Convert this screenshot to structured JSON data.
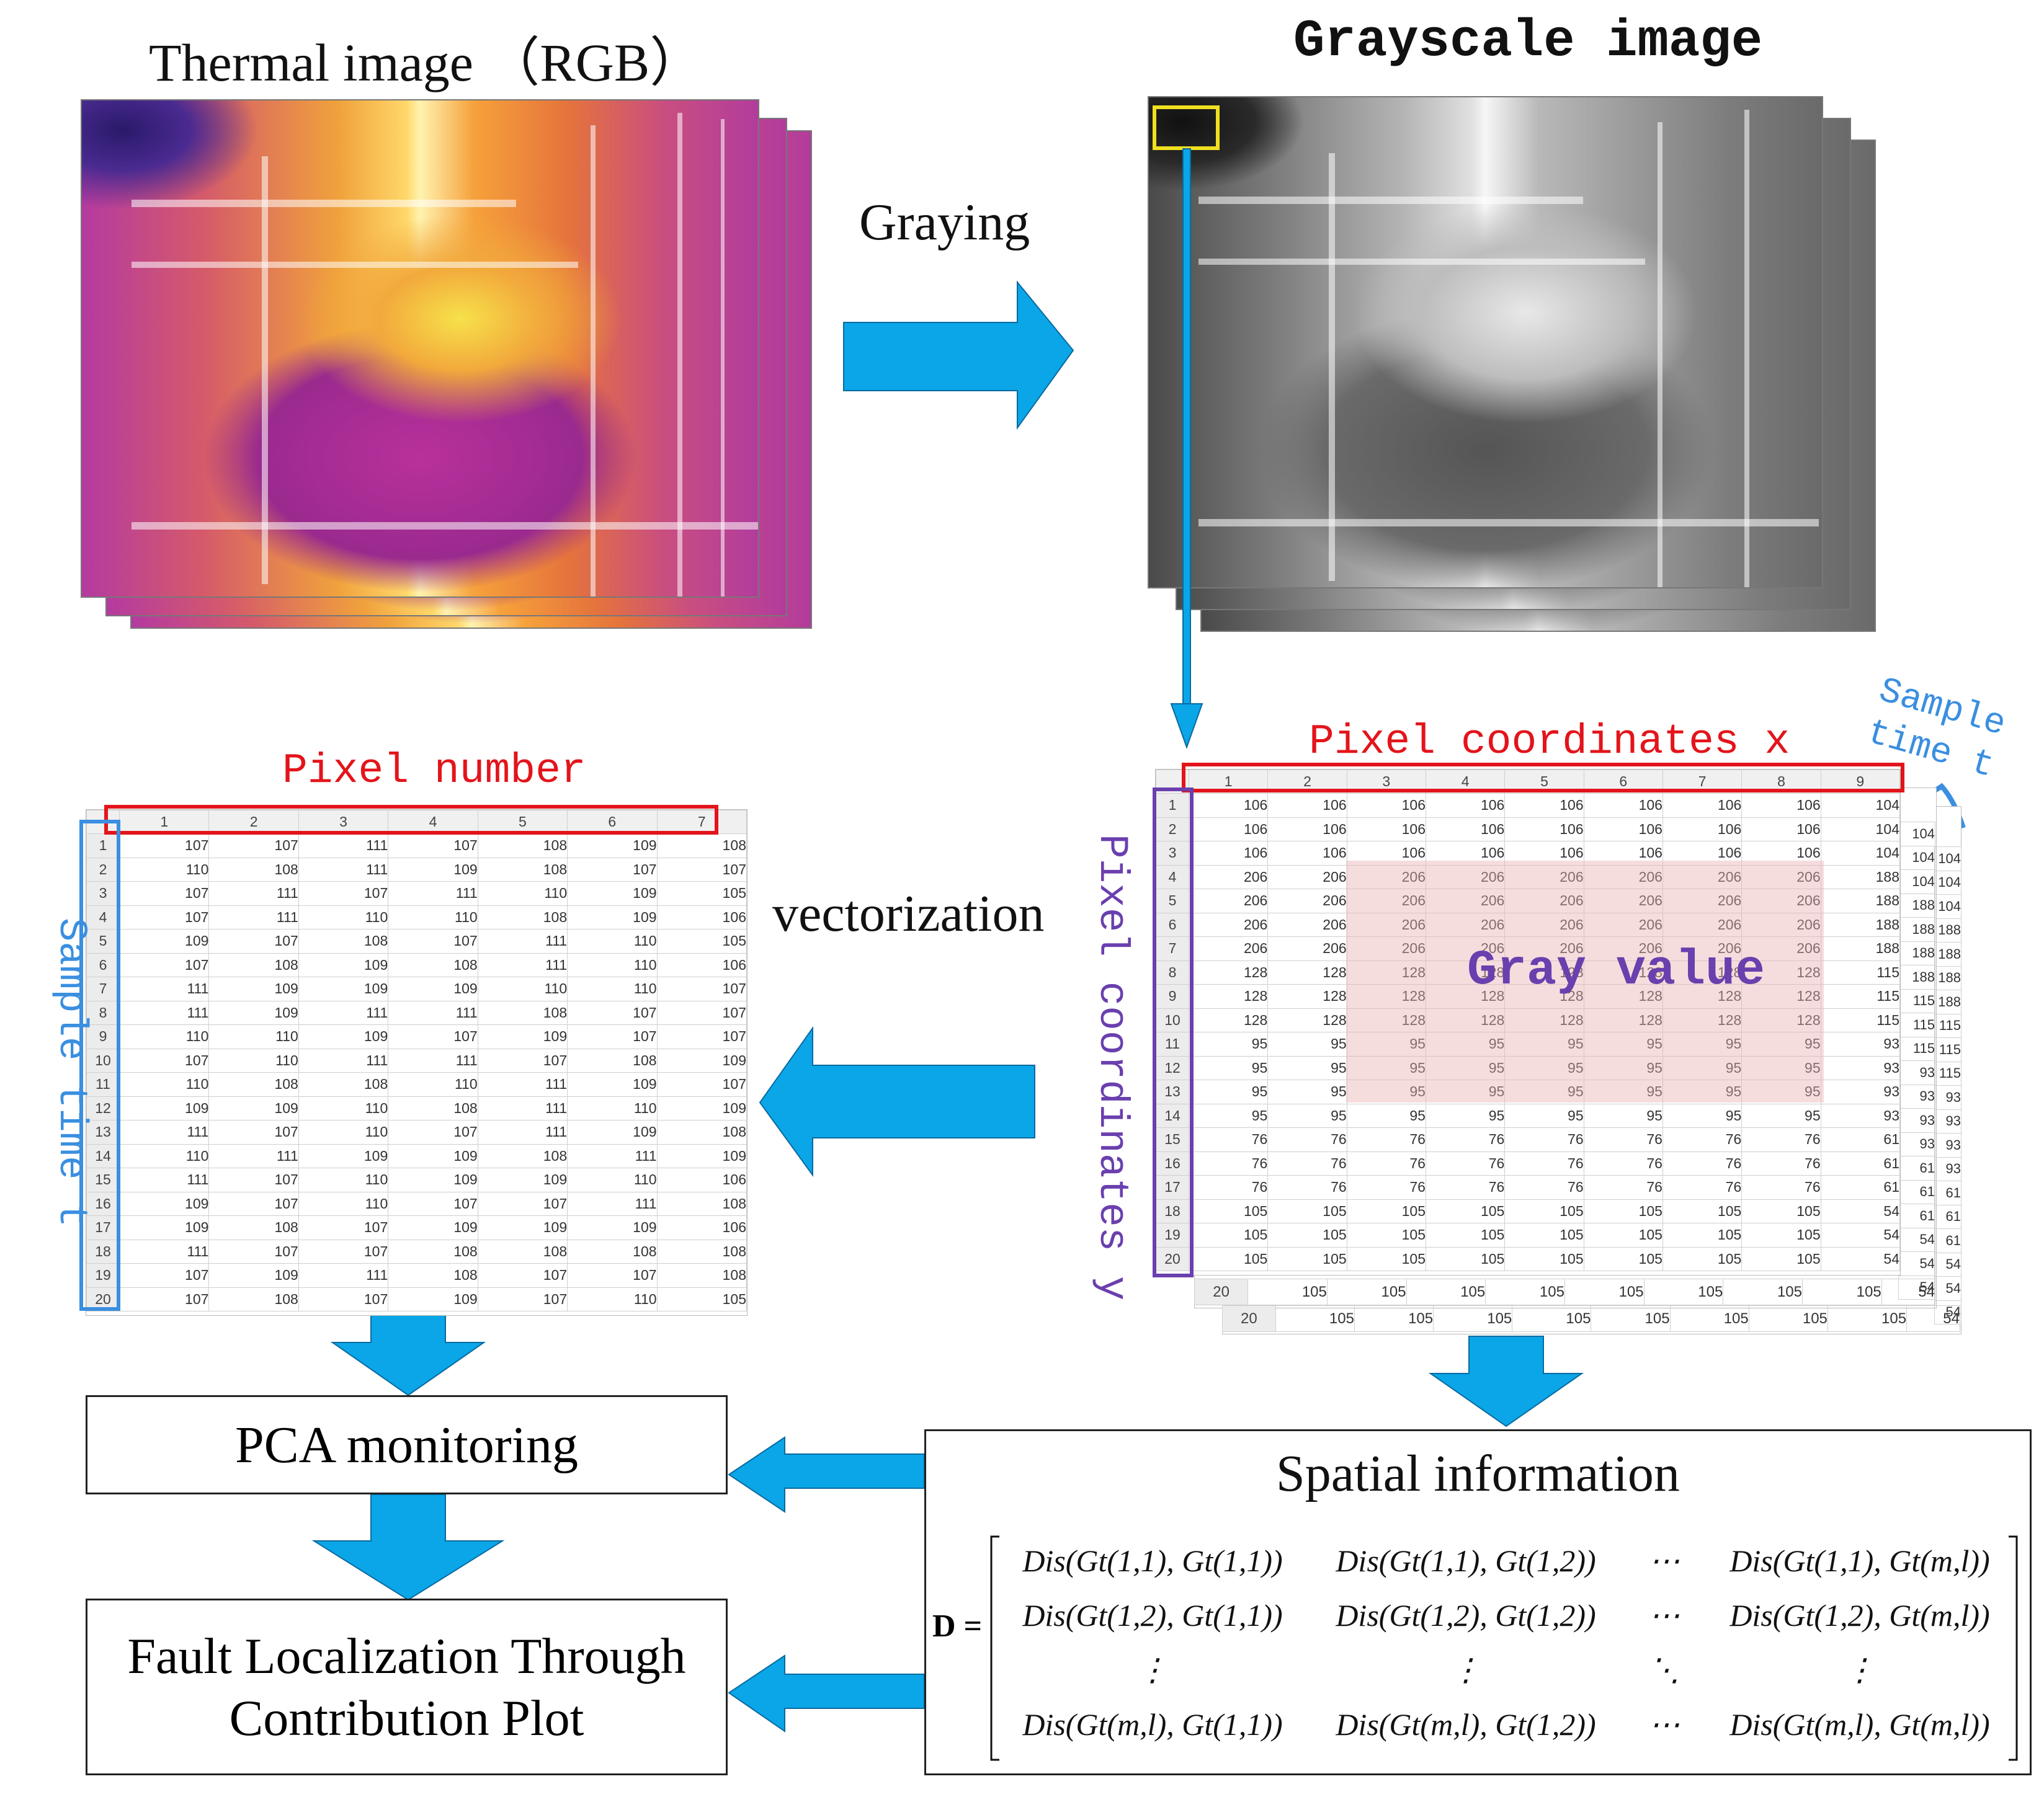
{
  "titles": {
    "thermal": "Thermal image （RGB）",
    "grayscale": "Grayscale image"
  },
  "arrows": {
    "graying": "Graying",
    "vectorization": "vectorization"
  },
  "labels": {
    "pixel_number": "Pixel number",
    "sample_time_left": "Sample time t",
    "pixel_coordinates_x": "Pixel coordinates x",
    "pixel_coordinates_y": "Pixel coordinates y",
    "sample_time_right": "Sample time t",
    "gray_value": "Gray value"
  },
  "boxes": {
    "pca": "PCA monitoring",
    "fault": "Fault Localization Through Contribution Plot",
    "spatial": "Spatial information"
  },
  "matrix": {
    "lhs": "D =",
    "rows": [
      [
        "Dis(Gt(1,1), Gt(1,1))",
        "Dis(Gt(1,1), Gt(1,2))",
        "⋯",
        "Dis(Gt(1,1), Gt(m,l))"
      ],
      [
        "Dis(Gt(1,2), Gt(1,1))",
        "Dis(Gt(1,2), Gt(1,2))",
        "⋯",
        "Dis(Gt(1,2), Gt(m,l))"
      ],
      [
        "⋮",
        "⋮",
        "⋱",
        "⋮"
      ],
      [
        "Dis(Gt(m,l), Gt(1,1))",
        "Dis(Gt(m,l), Gt(1,2))",
        "⋯",
        "Dis(Gt(m,l), Gt(m,l))"
      ]
    ]
  },
  "left_table": {
    "columns": [
      "1",
      "2",
      "3",
      "4",
      "5",
      "6",
      "7"
    ],
    "rows": [
      [
        "1",
        "107",
        "107",
        "111",
        "107",
        "108",
        "109",
        "108"
      ],
      [
        "2",
        "110",
        "108",
        "111",
        "109",
        "108",
        "107",
        "107"
      ],
      [
        "3",
        "107",
        "111",
        "107",
        "111",
        "110",
        "109",
        "105"
      ],
      [
        "4",
        "107",
        "111",
        "110",
        "110",
        "108",
        "109",
        "106"
      ],
      [
        "5",
        "109",
        "107",
        "108",
        "107",
        "111",
        "110",
        "105"
      ],
      [
        "6",
        "107",
        "108",
        "109",
        "108",
        "111",
        "110",
        "106"
      ],
      [
        "7",
        "111",
        "109",
        "109",
        "109",
        "110",
        "110",
        "107"
      ],
      [
        "8",
        "111",
        "109",
        "111",
        "111",
        "108",
        "107",
        "107"
      ],
      [
        "9",
        "110",
        "110",
        "109",
        "107",
        "109",
        "107",
        "107"
      ],
      [
        "10",
        "107",
        "110",
        "111",
        "111",
        "107",
        "108",
        "109"
      ],
      [
        "11",
        "110",
        "108",
        "108",
        "110",
        "111",
        "109",
        "107"
      ],
      [
        "12",
        "109",
        "109",
        "110",
        "108",
        "111",
        "110",
        "109"
      ],
      [
        "13",
        "111",
        "107",
        "110",
        "107",
        "111",
        "109",
        "108"
      ],
      [
        "14",
        "110",
        "111",
        "109",
        "109",
        "108",
        "111",
        "109"
      ],
      [
        "15",
        "111",
        "107",
        "110",
        "109",
        "109",
        "110",
        "106"
      ],
      [
        "16",
        "109",
        "107",
        "110",
        "107",
        "107",
        "111",
        "108"
      ],
      [
        "17",
        "109",
        "108",
        "107",
        "109",
        "109",
        "109",
        "106"
      ],
      [
        "18",
        "111",
        "107",
        "107",
        "108",
        "108",
        "108",
        "108"
      ],
      [
        "19",
        "107",
        "109",
        "111",
        "108",
        "107",
        "107",
        "108"
      ],
      [
        "20",
        "107",
        "108",
        "107",
        "109",
        "107",
        "110",
        "105"
      ]
    ]
  },
  "right_table": {
    "columns": [
      "1",
      "2",
      "3",
      "4",
      "5",
      "6",
      "7",
      "8",
      "9"
    ],
    "rows": [
      [
        "1",
        "106",
        "106",
        "106",
        "106",
        "106",
        "106",
        "106",
        "106",
        "104"
      ],
      [
        "2",
        "106",
        "106",
        "106",
        "106",
        "106",
        "106",
        "106",
        "106",
        "104"
      ],
      [
        "3",
        "106",
        "106",
        "106",
        "106",
        "106",
        "106",
        "106",
        "106",
        "104"
      ],
      [
        "4",
        "206",
        "206",
        "206",
        "206",
        "206",
        "206",
        "206",
        "206",
        "188"
      ],
      [
        "5",
        "206",
        "206",
        "206",
        "206",
        "206",
        "206",
        "206",
        "206",
        "188"
      ],
      [
        "6",
        "206",
        "206",
        "206",
        "206",
        "206",
        "206",
        "206",
        "206",
        "188"
      ],
      [
        "7",
        "206",
        "206",
        "206",
        "206",
        "206",
        "206",
        "206",
        "206",
        "188"
      ],
      [
        "8",
        "128",
        "128",
        "128",
        "128",
        "128",
        "128",
        "128",
        "128",
        "115"
      ],
      [
        "9",
        "128",
        "128",
        "128",
        "128",
        "128",
        "128",
        "128",
        "128",
        "115"
      ],
      [
        "10",
        "128",
        "128",
        "128",
        "128",
        "128",
        "128",
        "128",
        "128",
        "115"
      ],
      [
        "11",
        "95",
        "95",
        "95",
        "95",
        "95",
        "95",
        "95",
        "95",
        "93"
      ],
      [
        "12",
        "95",
        "95",
        "95",
        "95",
        "95",
        "95",
        "95",
        "95",
        "93"
      ],
      [
        "13",
        "95",
        "95",
        "95",
        "95",
        "95",
        "95",
        "95",
        "95",
        "93"
      ],
      [
        "14",
        "95",
        "95",
        "95",
        "95",
        "95",
        "95",
        "95",
        "95",
        "93"
      ],
      [
        "15",
        "76",
        "76",
        "76",
        "76",
        "76",
        "76",
        "76",
        "76",
        "61"
      ],
      [
        "16",
        "76",
        "76",
        "76",
        "76",
        "76",
        "76",
        "76",
        "76",
        "61"
      ],
      [
        "17",
        "76",
        "76",
        "76",
        "76",
        "76",
        "76",
        "76",
        "76",
        "61"
      ],
      [
        "18",
        "105",
        "105",
        "105",
        "105",
        "105",
        "105",
        "105",
        "105",
        "54"
      ],
      [
        "19",
        "105",
        "105",
        "105",
        "105",
        "105",
        "105",
        "105",
        "105",
        "54"
      ],
      [
        "20",
        "105",
        "105",
        "105",
        "105",
        "105",
        "105",
        "105",
        "105",
        "54"
      ]
    ],
    "side_col1": [
      "104",
      "104",
      "104",
      "188",
      "188",
      "188",
      "188",
      "115",
      "115",
      "115",
      "93",
      "93",
      "93",
      "93",
      "61",
      "61",
      "61",
      "54",
      "54",
      "54"
    ],
    "side_col2": [
      "104",
      "104",
      "104",
      "188",
      "188",
      "188",
      "188",
      "115",
      "115",
      "115",
      "93",
      "93",
      "93",
      "93",
      "61",
      "61",
      "61",
      "54",
      "54",
      "54"
    ],
    "behind_row1": [
      "20",
      "105",
      "105",
      "105",
      "105",
      "105",
      "105",
      "105",
      "105",
      "54"
    ],
    "behind_row2": [
      "20",
      "105",
      "105",
      "105",
      "105",
      "105",
      "105",
      "105",
      "105",
      "54"
    ]
  },
  "colors": {
    "arrow": "#0aa6e8",
    "red": "#e3141b",
    "blue": "#3a8fe0",
    "purple": "#6a3fae",
    "highlight": "#f3d6d6",
    "yellow": "#f0e020"
  }
}
